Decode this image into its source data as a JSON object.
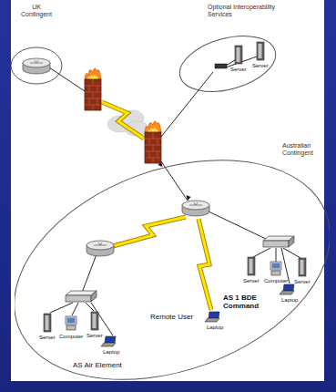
{
  "diagram": {
    "nodes": [
      {
        "text": [
          "UK Contingent"
        ]
      },
      {
        "text": [
          "Optional Interoperability Services"
        ]
      },
      {
        "text": [
          "Australian Contingent"
        ]
      }
    ],
    "labels": [
      "Server",
      "Server",
      "AS 1 BDE Command",
      "Server",
      "Computer",
      "Laptop",
      "Server",
      "Remote User",
      "Laptop",
      "AS Air Element",
      "Server",
      "Computer",
      "Server",
      "Laptop"
    ]
  }
}
